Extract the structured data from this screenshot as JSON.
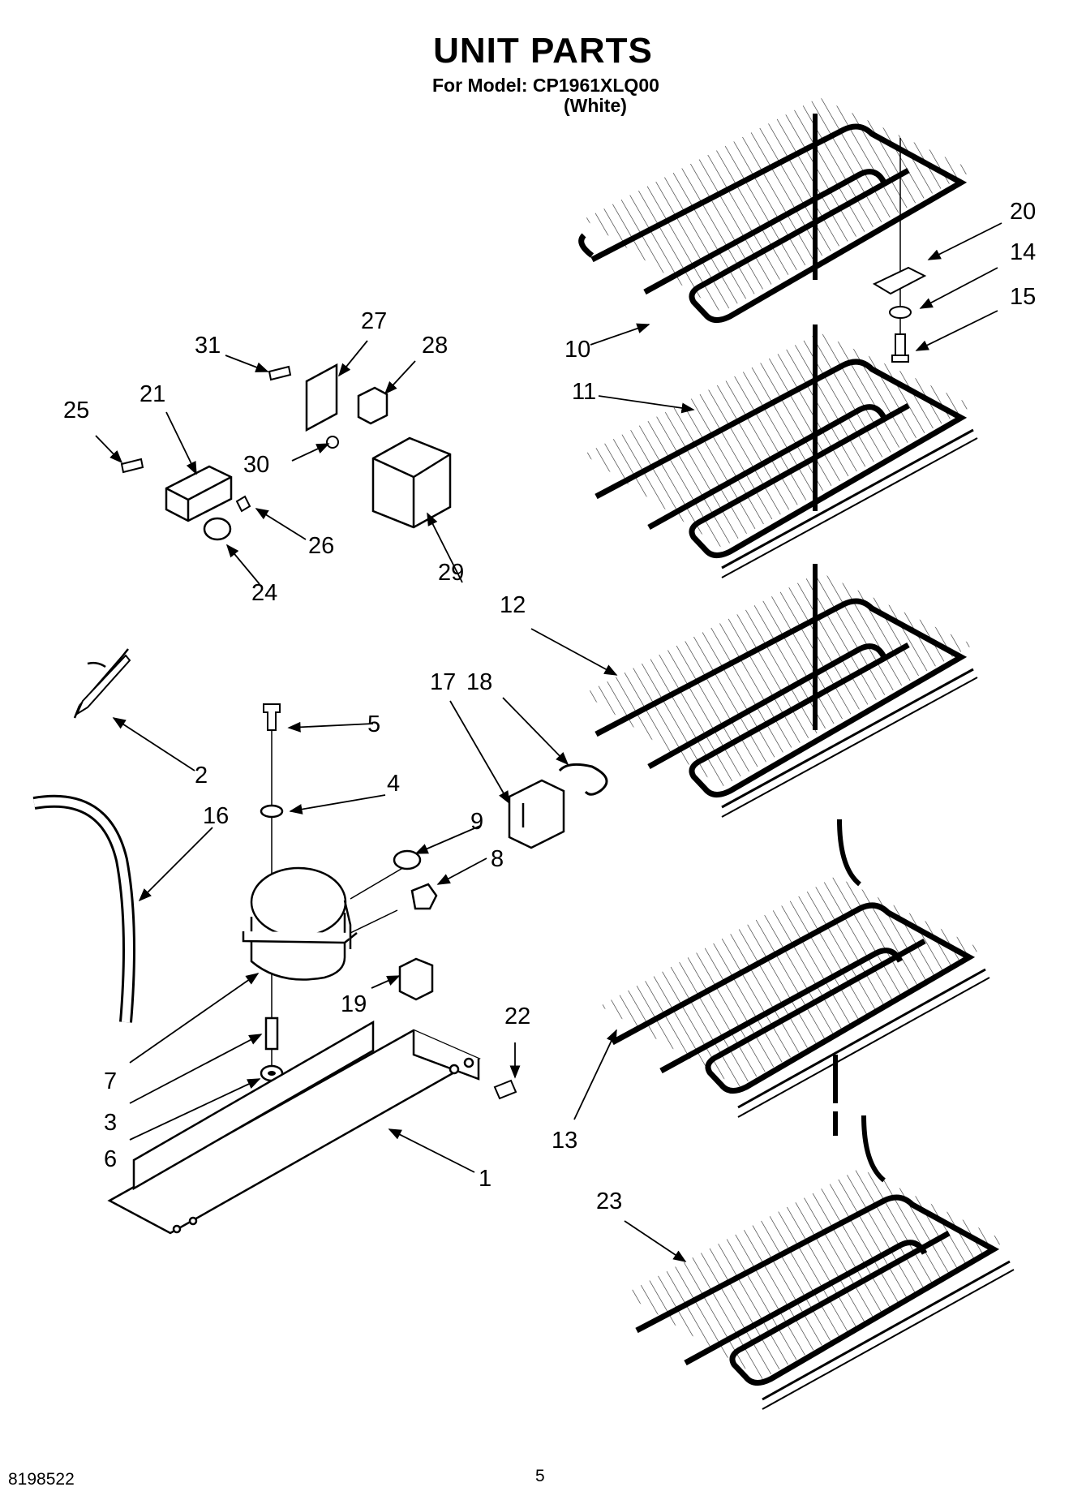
{
  "header": {
    "title": "UNIT PARTS",
    "model": "For Model: CP1961XLQ00",
    "variant": "(White)"
  },
  "footer": {
    "doc_number": "8198522",
    "page_number": "5"
  },
  "callouts": [
    "1",
    "2",
    "3",
    "4",
    "5",
    "6",
    "7",
    "8",
    "9",
    "10",
    "11",
    "12",
    "13",
    "14",
    "15",
    "16",
    "17",
    "18",
    "19",
    "20",
    "21",
    "22",
    "23",
    "24",
    "25",
    "26",
    "27",
    "28",
    "29",
    "30",
    "31"
  ]
}
